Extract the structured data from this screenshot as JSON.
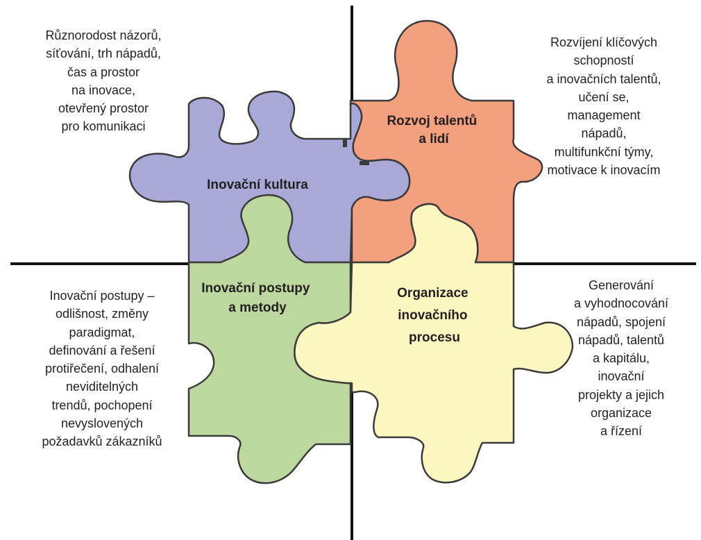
{
  "pieces": {
    "culture": {
      "label_lines": [
        "Inovační kultura"
      ],
      "color": "#a9a9d8"
    },
    "talent": {
      "label_lines": [
        "Rozvoj talentů",
        "a lidí"
      ],
      "color": "#f2a07e"
    },
    "methods": {
      "label_lines": [
        "Inovační postupy",
        "a metody"
      ],
      "color": "#bcd89e"
    },
    "process": {
      "label_lines": [
        "Organizace",
        "inovačního",
        "procesu"
      ],
      "color": "#fcf7c0"
    }
  },
  "descriptions": {
    "top_left": [
      "Různorodost názorů,",
      "síťování, trh nápadů,",
      "čas a prostor",
      "na inovace,",
      "otevřený prostor",
      "pro komunikaci"
    ],
    "top_right": [
      "Rozvíjení klíčových",
      "schopností",
      "a inovačních talentů,",
      "učení se,",
      "management",
      "nápadů,",
      "multifunkční týmy,",
      "motivace k inovacím"
    ],
    "bottom_left": [
      "Inovační postupy –",
      "odlišnost, změny",
      "paradigmat,",
      "definování a řešení",
      "protiřečení, odhalení",
      "neviditelných",
      "trendů, pochopení",
      "nevyslovených",
      "požadavků zákazníků"
    ],
    "bottom_right": [
      "Generování",
      "a vyhodnocování",
      "nápadů, spojení",
      "nápadů, talentů",
      "a kapitálu,",
      "inovační",
      "projekty a jejich",
      "organizace",
      "a řízení"
    ]
  },
  "colors": {
    "axis": "#111111",
    "outline": "#3a3a3a",
    "text": "#231f20"
  }
}
